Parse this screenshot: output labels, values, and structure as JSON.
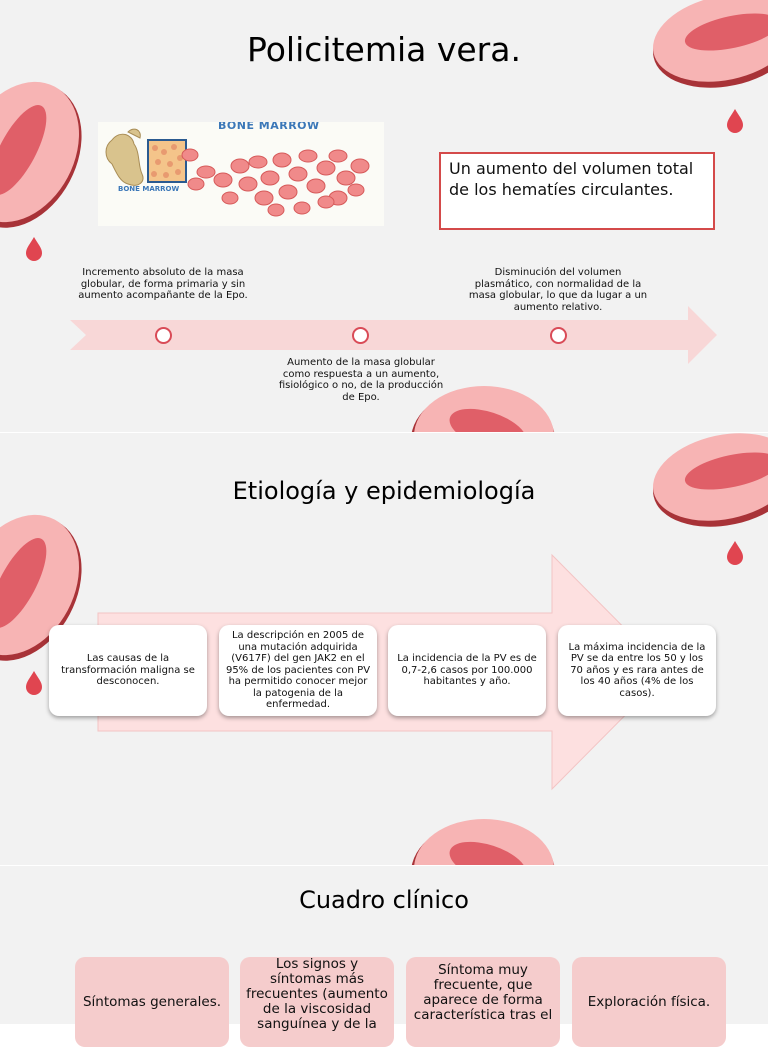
{
  "slide1": {
    "title": "Policitemia vera.",
    "image": {
      "header": "BONE MARROW",
      "label": "BONE MARROW"
    },
    "definition": "Un aumento del volumen total de los hematíes circulantes.",
    "timeline": [
      {
        "text": "Incremento absoluto de la masa globular, de forma primaria y sin aumento acompañante de la Epo."
      },
      {
        "text": "Aumento de la masa globular como respuesta a un aumento, fisiológico o no, de la producción de Epo."
      },
      {
        "text": "Disminución del volumen plasmático, con normalidad de la masa globular, lo que da lugar a un aumento relativo."
      }
    ]
  },
  "slide2": {
    "title": "Etiología y epidemiología",
    "cards": [
      {
        "text": "Las causas de la transformación maligna se desconocen."
      },
      {
        "text": "La descripción en 2005 de una mutación adquirida (V617F) del gen JAK2 en el 95% de los pacientes con PV ha permitido conocer mejor la patogenia de la enfermedad."
      },
      {
        "text": "La incidencia de la PV es de 0,7-2,6 casos por 100.000 habitantes y año."
      },
      {
        "text": "La máxima incidencia de la PV se da entre los 50 y los 70 años y es rara antes de los 40 años (4% de los casos)."
      }
    ]
  },
  "slide3": {
    "title": "Cuadro clínico",
    "cards": [
      {
        "text": "Síntomas generales."
      },
      {
        "text": "Los signos y síntomas más frecuentes (aumento de la viscosidad sanguínea y de la"
      },
      {
        "text": "Síntoma muy frecuente, que aparece de forma característica tras el"
      },
      {
        "text": "Exploración física."
      }
    ]
  },
  "colors": {
    "cell_light": "#f7b4b4",
    "cell_dark": "#e05f68",
    "drop": "#e04550",
    "arrow": "#f8d7d7",
    "box_border": "#d44a4a"
  }
}
